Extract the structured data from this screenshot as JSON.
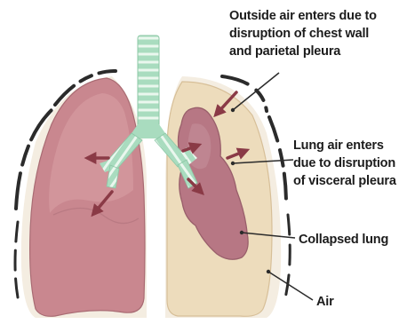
{
  "labels": {
    "outside_air": {
      "lines": [
        "Outside air enters due to",
        "disruption of chest wall",
        "and parietal pleura"
      ]
    },
    "lung_air": {
      "lines": [
        "Lung air enters",
        "due to disruption",
        "of visceral pleura"
      ]
    },
    "collapsed_lung": "Collapsed lung",
    "air": "Air"
  },
  "colors": {
    "healthy_lung": "#c9878f",
    "healthy_lung_light": "#d9a1a6",
    "collapsed_lung": "#b77784",
    "air_space": "#eddcbc",
    "trachea_green": "#a9dcbf",
    "trachea_stripe": "#eaf7ee",
    "arrow": "#8a3a46",
    "chest_wall": "#2b2b2b",
    "pleura_band": "#f4ede1"
  }
}
